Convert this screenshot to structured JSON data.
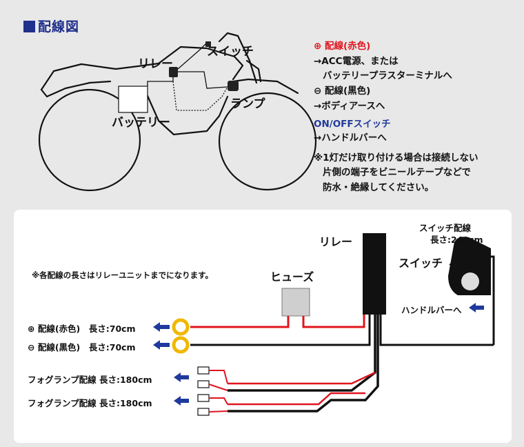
{
  "title": "配線図",
  "bike": {
    "relay": "リレー",
    "switch": "スイッチ",
    "lamp": "ランプ",
    "battery": "バッテリー"
  },
  "notes": {
    "plus_red": "⊕ 配線(赤色)",
    "plus_line1": "→ACC電源、または",
    "plus_line2": "バッテリープラスターミナルへ",
    "minus_black": "⊖ 配線(黒色)",
    "minus_line": "→ボディアースへ",
    "onoff": "ON/OFFスイッチ",
    "onoff_line": "→ハンドルバーへ",
    "caution1": "※1灯だけ取り付ける場合は接続しない",
    "caution2": "片側の端子をビニールテープなどで",
    "caution3": "防水・絶縁してください。"
  },
  "diagram": {
    "relay": "リレー",
    "switch_wire": "スイッチ配線",
    "switch_wire_length": "長さ:240cm",
    "switch": "スイッチ",
    "handlebar": "ハンドルバーへ",
    "fuse": "ヒューズ",
    "length_note": "※各配線の長さはリレーユニットまでになります。",
    "red_wire": "⊕ 配線(赤色)　長さ:70cm",
    "black_wire": "⊖ 配線(黒色)　長さ:70cm",
    "fog1": "フォグランプ配線 長さ:180cm",
    "fog2": "フォグランプ配線 長さ:180cm"
  },
  "colors": {
    "title_blue": "#1f2f8c",
    "wire_red": "#e0141e",
    "wire_black": "#111111",
    "arrow_blue": "#1f3a9c",
    "terminal_gold": "#f0b800"
  }
}
